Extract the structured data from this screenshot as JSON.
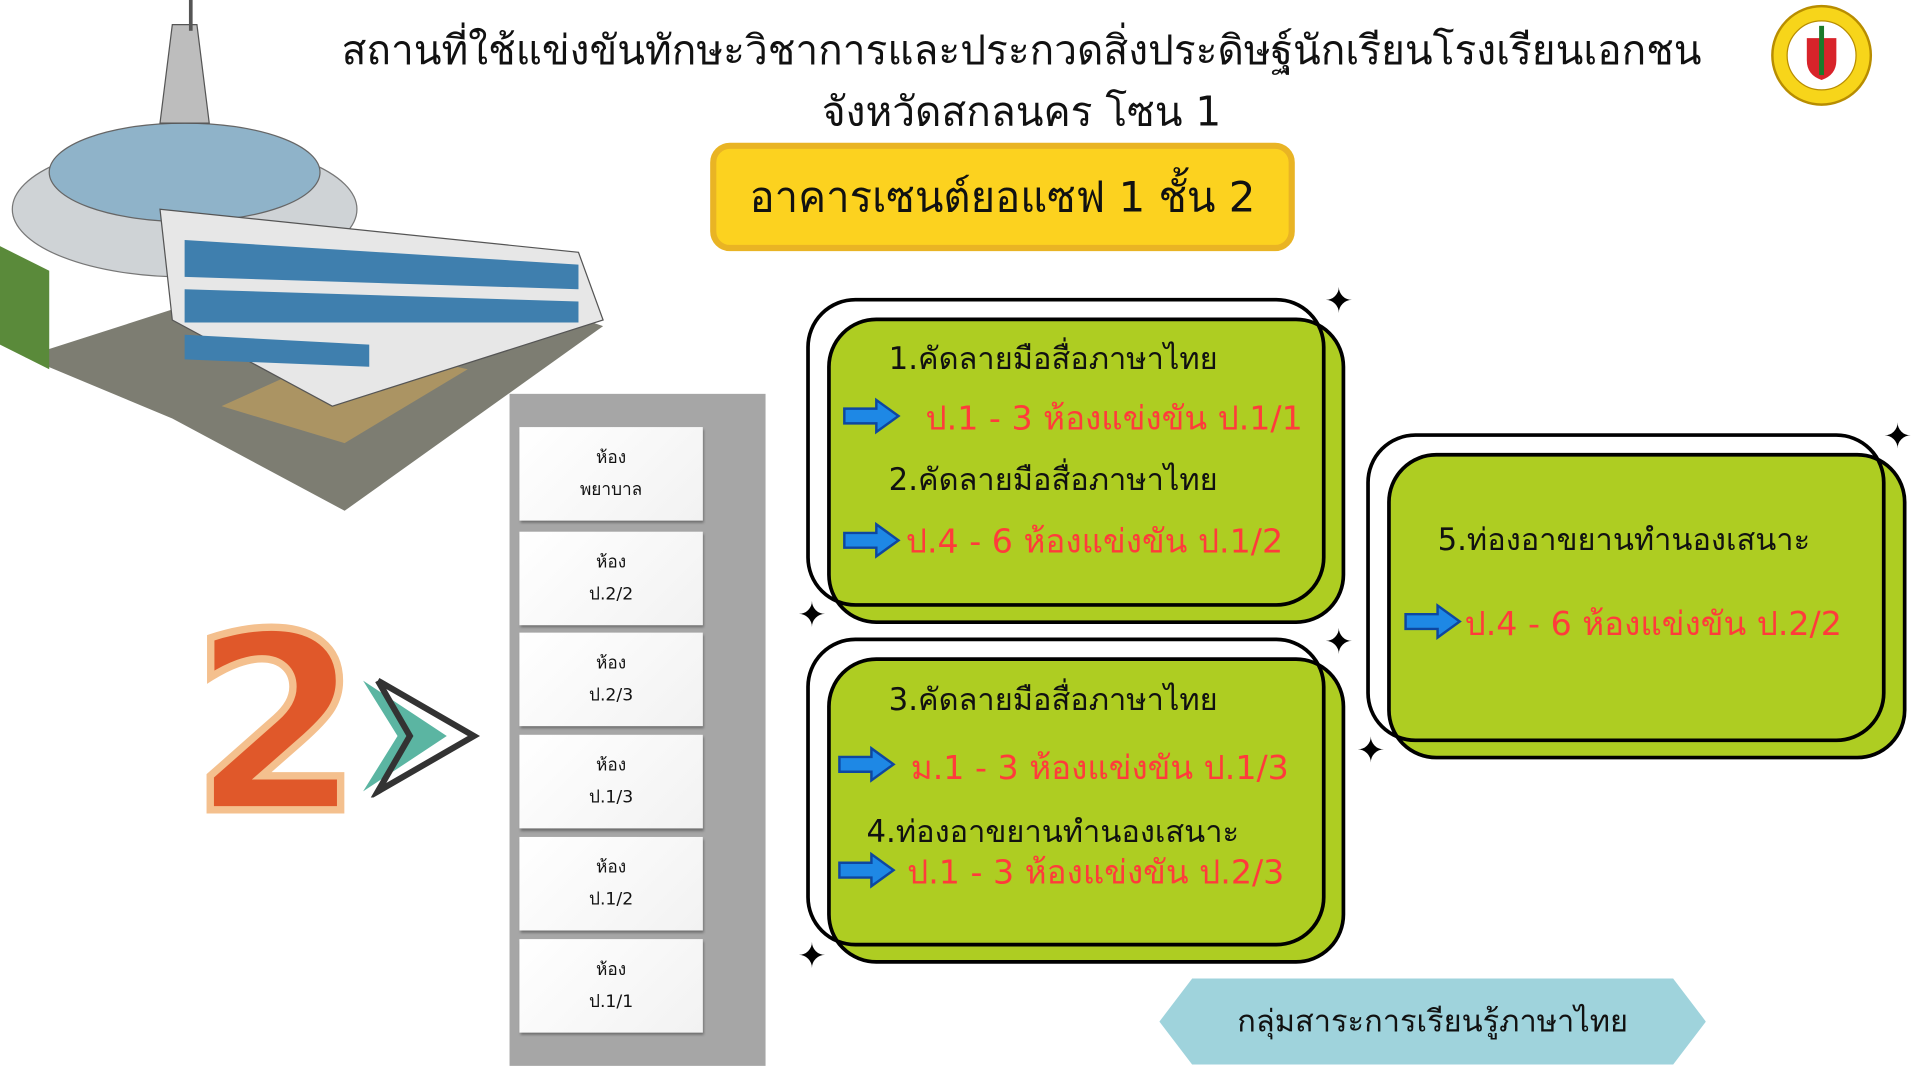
{
  "title": {
    "line1": "สถานที่ใช้แข่งขันทักษะวิชาการและประกวดสิ่งประดิษฐ์นักเรียนโรงเรียนเอกชน",
    "line2": "จังหวัดสกลนคร โซน 1"
  },
  "building_banner": "อาคารเซนต์ยอแซฟ 1 ชั้น 2",
  "floor_number": "2",
  "rooms": [
    {
      "line1": "ห้อง",
      "line2": "พยาบาล"
    },
    {
      "line1": "ห้อง",
      "line2": "ป.2/2"
    },
    {
      "line1": "ห้อง",
      "line2": "ป.2/3"
    },
    {
      "line1": "ห้อง",
      "line2": "ป.1/3"
    },
    {
      "line1": "ห้อง",
      "line2": "ป.1/2"
    },
    {
      "line1": "ห้อง",
      "line2": "ป.1/1"
    }
  ],
  "cards": [
    {
      "items": [
        {
          "head": "1.คัดลายมือสื่อภาษาไทย",
          "detail": "ป.1 - 3 ห้องแข่งขัน ป.1/1"
        },
        {
          "head": "2.คัดลายมือสื่อภาษาไทย",
          "detail": "ป.4 - 6 ห้องแข่งขัน ป.1/2"
        }
      ]
    },
    {
      "items": [
        {
          "head": "3.คัดลายมือสื่อภาษาไทย",
          "detail": "ม.1 - 3 ห้องแข่งขัน ป.1/3"
        },
        {
          "head": "4.ท่องอาขยานทำนองเสนาะ",
          "detail": "ป.1 - 3 ห้องแข่งขัน ป.2/3"
        }
      ]
    },
    {
      "items": [
        {
          "head": "5.ท่องอาขยานทำนองเสนาะ",
          "detail": "ป.4 - 6 ห้องแข่งขัน ป.2/2"
        }
      ]
    }
  ],
  "subject_group": "กลุ่มสาระการเรียนรู้ภาษาไทย",
  "colors": {
    "card_green": "#aecd22",
    "detail_red": "#ff3b3b",
    "banner_yellow": "#fcd21f",
    "subject_blue": "#9fd3dc"
  }
}
